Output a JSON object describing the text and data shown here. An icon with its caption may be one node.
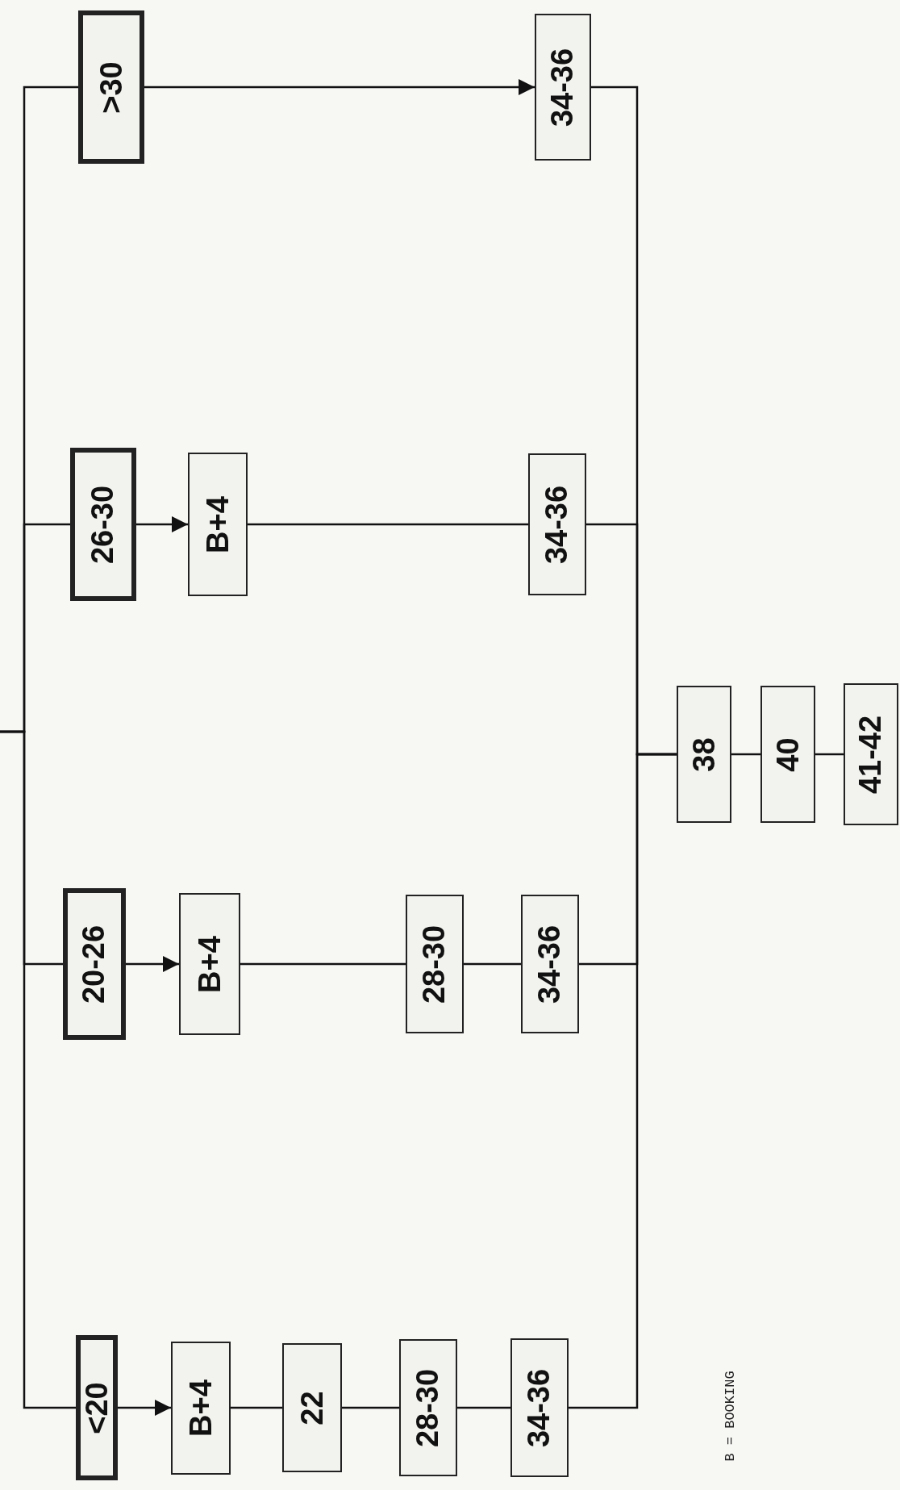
{
  "diagram": {
    "nodes": [
      {
        "text": [
          "<20"
        ]
      },
      {
        "text": [
          "B+4"
        ]
      },
      {
        "text": [
          "22"
        ]
      },
      {
        "text": [
          "28-30"
        ]
      },
      {
        "text": [
          "34-36"
        ]
      },
      {
        "text": [
          "20-26"
        ]
      },
      {
        "text": [
          "B+4"
        ]
      },
      {
        "text": [
          "28-30"
        ]
      },
      {
        "text": [
          "34-36"
        ]
      },
      {
        "text": [
          "26-30"
        ]
      },
      {
        "text": [
          "B+4"
        ]
      },
      {
        "text": [
          "34-36"
        ]
      },
      {
        "text": [
          ">30"
        ]
      },
      {
        "text": [
          "34-36"
        ]
      },
      {
        "text": [
          "38"
        ]
      },
      {
        "text": [
          "40"
        ]
      },
      {
        "text": [
          "41-42"
        ]
      }
    ],
    "edges": [
      {
        "from": null,
        "to": 0,
        "arrow": "none"
      },
      {
        "from": null,
        "to": 5,
        "arrow": "none"
      },
      {
        "from": null,
        "to": 9,
        "arrow": "none"
      },
      {
        "from": null,
        "to": 12,
        "arrow": "none"
      },
      {
        "from": 0,
        "to": 1,
        "arrow": "to"
      },
      {
        "from": 1,
        "to": 2,
        "arrow": "none"
      },
      {
        "from": 2,
        "to": 3,
        "arrow": "none"
      },
      {
        "from": 3,
        "to": 4,
        "arrow": "none"
      },
      {
        "from": 5,
        "to": 6,
        "arrow": "to"
      },
      {
        "from": 6,
        "to": 7,
        "arrow": "none"
      },
      {
        "from": 7,
        "to": 8,
        "arrow": "none"
      },
      {
        "from": 9,
        "to": 10,
        "arrow": "to"
      },
      {
        "from": 10,
        "to": 11,
        "arrow": "none"
      },
      {
        "from": 12,
        "to": 13,
        "arrow": "to"
      },
      {
        "from": 4,
        "to": 14,
        "arrow": "none"
      },
      {
        "from": 8,
        "to": 14,
        "arrow": "none"
      },
      {
        "from": 11,
        "to": 14,
        "arrow": "none"
      },
      {
        "from": 13,
        "to": 14,
        "arrow": "none"
      },
      {
        "from": 14,
        "to": 15,
        "arrow": "none"
      },
      {
        "from": 15,
        "to": 16,
        "arrow": "none"
      }
    ],
    "labels": [
      "B = BOOKING"
    ]
  }
}
